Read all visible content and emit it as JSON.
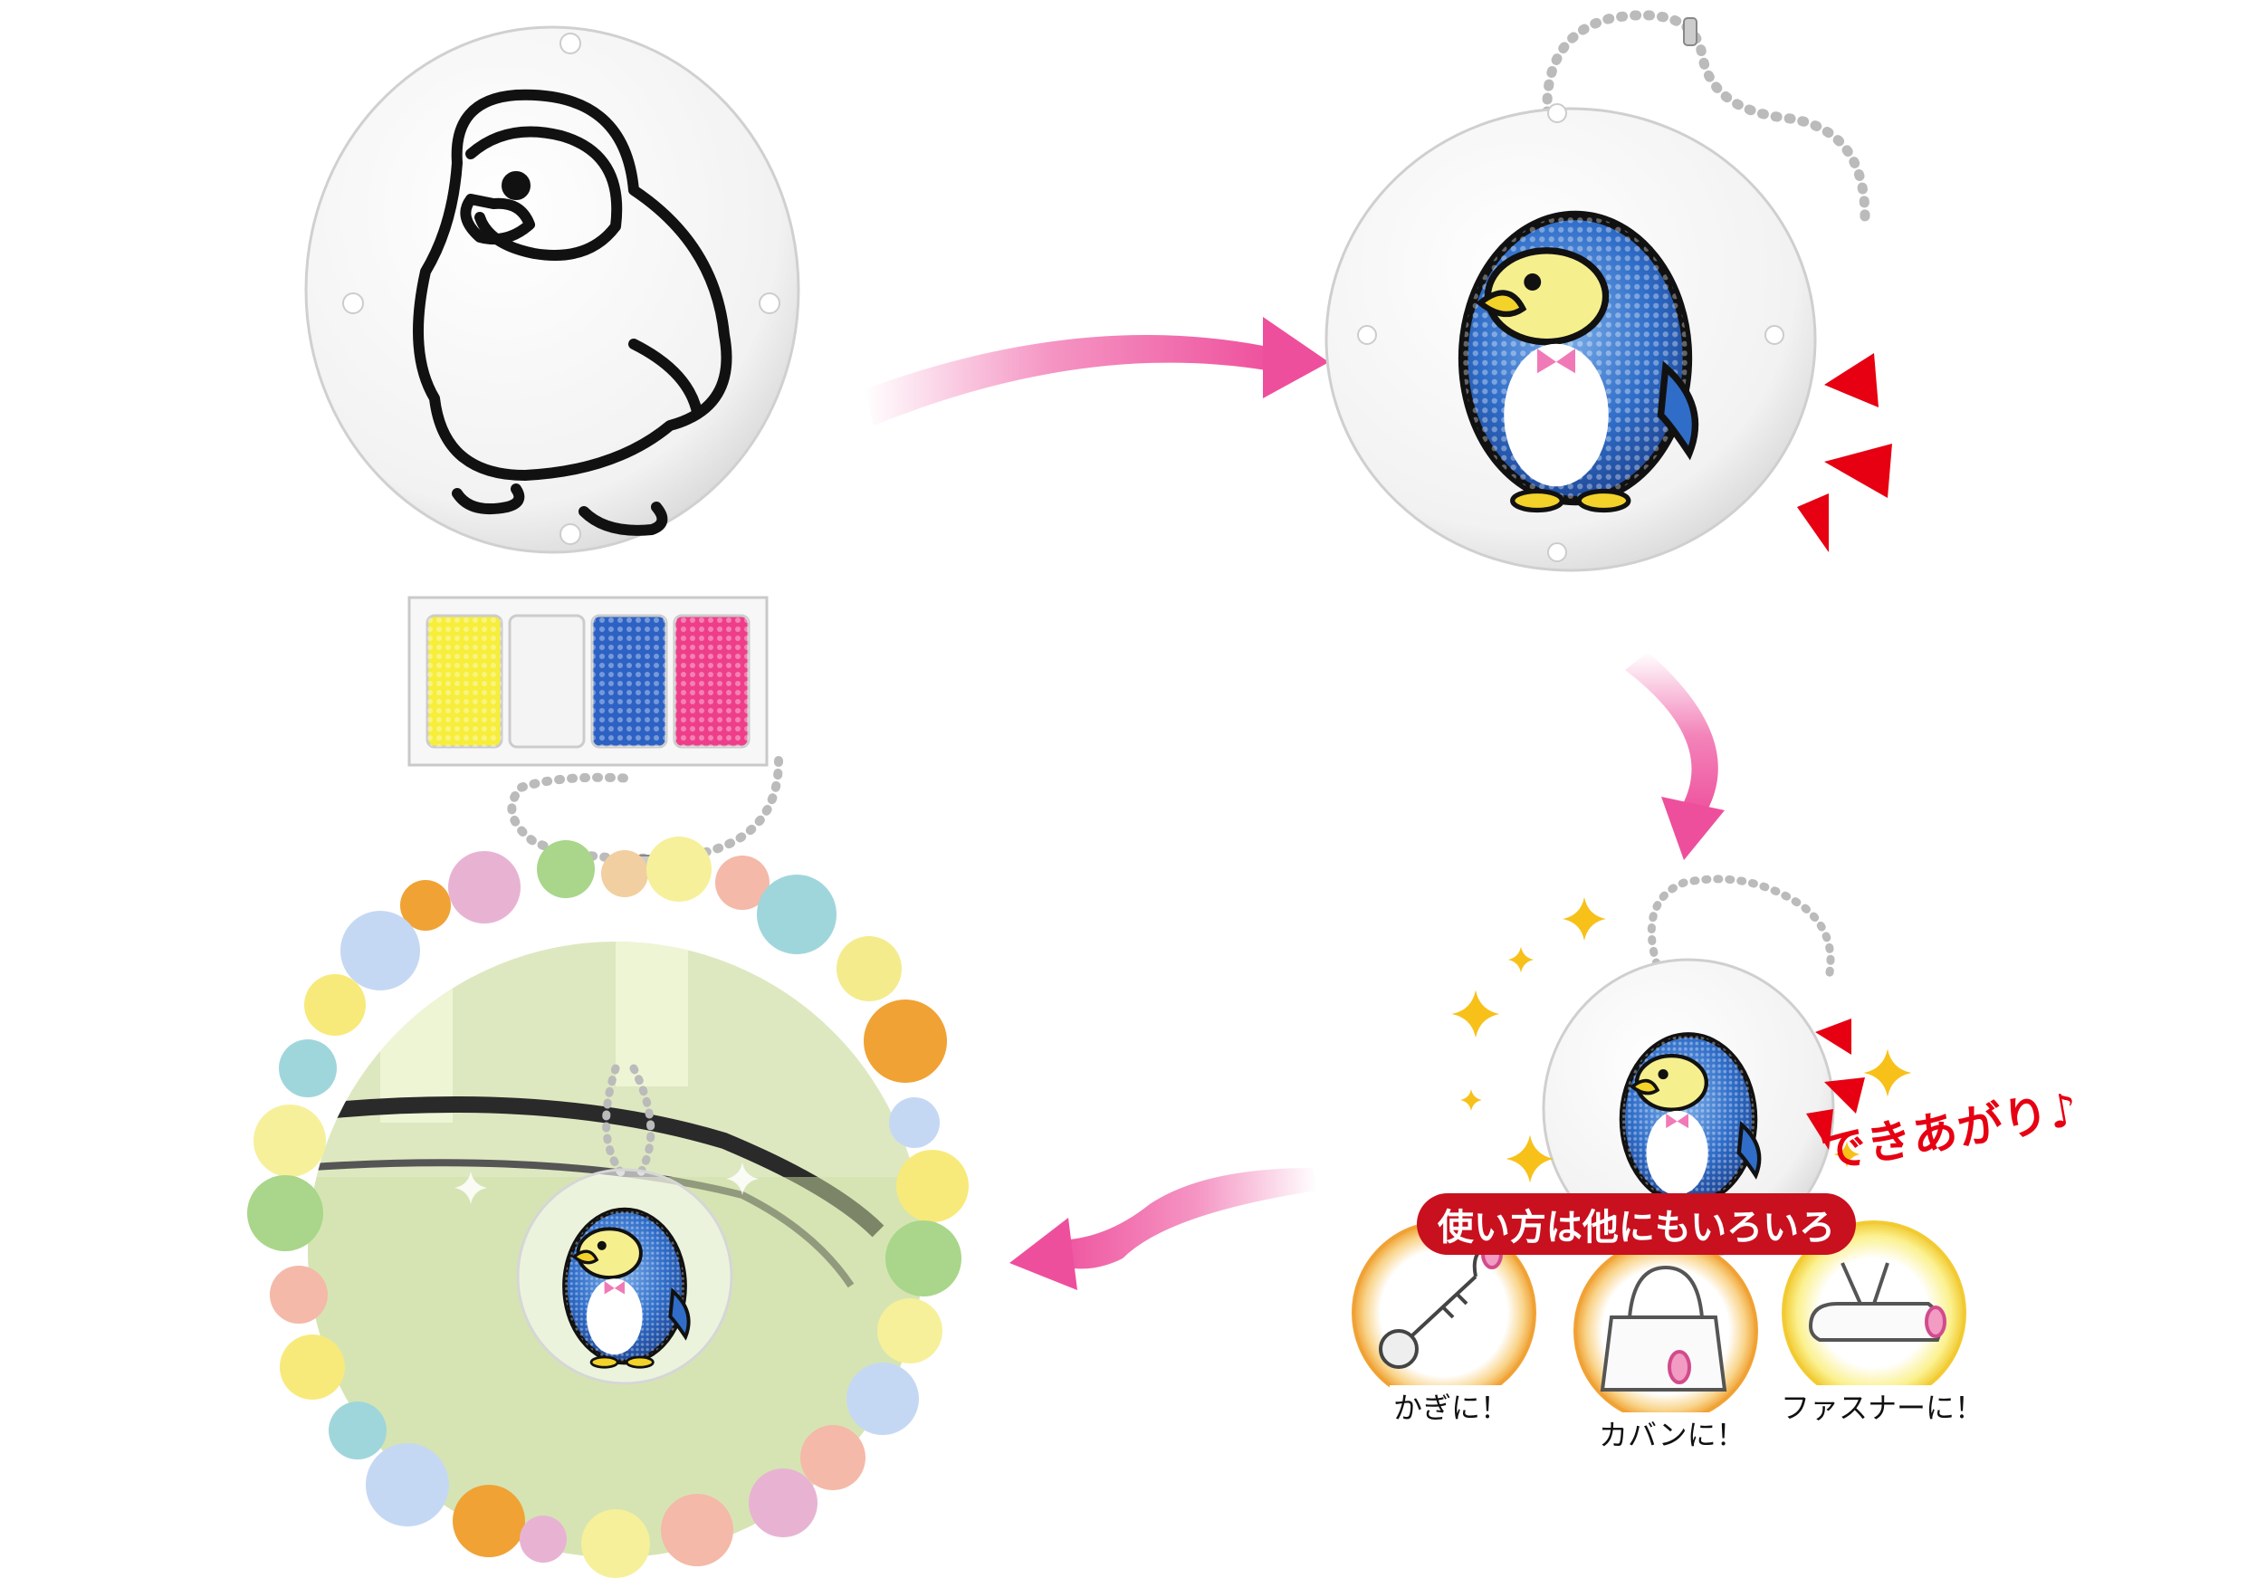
{
  "finished": {
    "label": "できあがり♪"
  },
  "uses": {
    "banner": "使い方は他にもいろいろ",
    "items": [
      {
        "label": "かぎに！",
        "icon": "key-icon"
      },
      {
        "label": "カバンに！",
        "icon": "bag-icon"
      },
      {
        "label": "ファスナーに！",
        "icon": "pencil-case-icon"
      }
    ]
  },
  "colors": {
    "arrow": "#ee4f9c",
    "accent_red": "#e60012",
    "banner": "#c8101f",
    "bead_yellow": "#f6ee3a",
    "bead_white": "#f4f4f4",
    "bead_blue": "#2d62c4",
    "bead_pink": "#ee3e8a",
    "ring_orange": "#f0a235"
  },
  "icons": [
    "penguin-outline-icon",
    "penguin-beaded-icon",
    "sparkle-icon",
    "ball-chain-icon",
    "emphasis-marks-icon"
  ]
}
